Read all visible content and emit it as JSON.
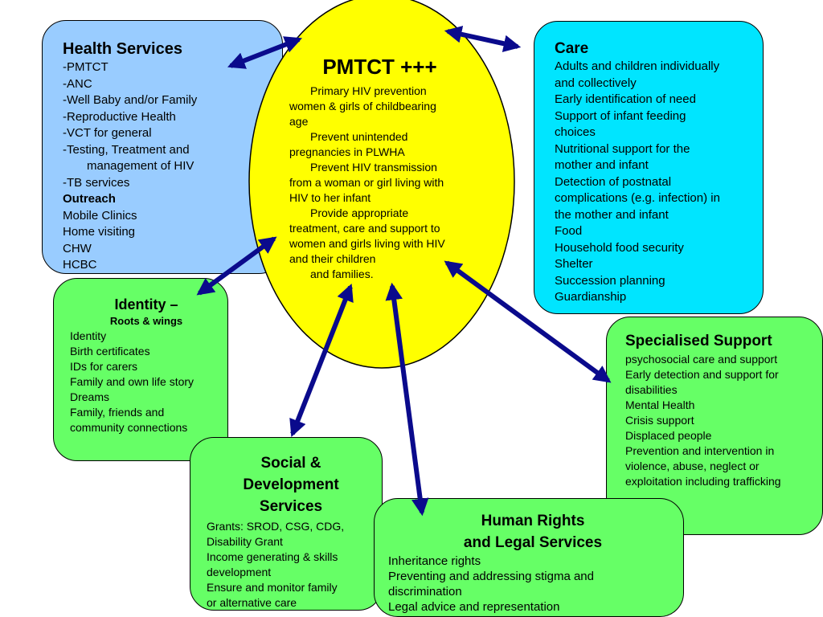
{
  "center": {
    "title": "PMTCT +++",
    "lines": [
      "Primary HIV prevention",
      "women & girls of childbearing",
      "age",
      "Prevent unintended",
      "pregnancies in PLWHA",
      "Prevent HIV transmission",
      "from a woman or girl living with",
      "HIV to her infant",
      "Provide appropriate",
      "treatment, care and support to",
      "women and girls  living with HIV",
      "and their children",
      "and families."
    ]
  },
  "health": {
    "title": "Health Services",
    "items": [
      "-PMTCT",
      "-ANC",
      "-Well Baby and/or Family",
      "-Reproductive Health",
      "-VCT for general",
      "-Testing, Treatment and",
      "management of HIV",
      "-TB services",
      "Outreach",
      "Mobile Clinics",
      "Home visiting",
      "CHW",
      "HCBC"
    ]
  },
  "care": {
    "title": "Care",
    "items": [
      "Adults and children individually",
      "and collectively",
      "Early identification of need",
      "Support of infant feeding",
      "choices",
      "Nutritional support for the",
      "mother and infant",
      "Detection of postnatal",
      "complications (e.g. infection) in",
      "the mother and infant",
      "Food",
      "Household food security",
      "Shelter",
      "Succession planning",
      "Guardianship"
    ]
  },
  "identity": {
    "title": "Identity –",
    "subtitle": "Roots & wings",
    "items": [
      "Identity",
      "Birth certificates",
      "IDs for carers",
      "Family and own life story",
      "Dreams",
      "Family, friends and",
      "community connections"
    ]
  },
  "specialised": {
    "title": "Specialised Support",
    "items": [
      "psychosocial care and support",
      "Early detection and support for",
      "disabilities",
      "Mental Health",
      "Crisis support",
      "Displaced people",
      "Prevention and intervention in",
      "violence, abuse, neglect or",
      "exploitation including trafficking"
    ]
  },
  "social": {
    "title_lines": [
      "Social &",
      "Development",
      "Services"
    ],
    "items": [
      "Grants: SROD, CSG, CDG,",
      "Disability Grant",
      "Income generating & skills",
      "development",
      "Ensure and monitor family",
      "or alternative care"
    ]
  },
  "human": {
    "title_lines": [
      "Human Rights",
      "and Legal Services"
    ],
    "items": [
      "Inheritance rights",
      "Preventing and addressing stigma and",
      "discrimination",
      "Legal advice and representation"
    ]
  },
  "colors": {
    "ellipse": "#ffff00",
    "health": "#99ccff",
    "care": "#00e5ff",
    "green_boxes": "#66ff66",
    "arrows": "#0a0a8c"
  }
}
